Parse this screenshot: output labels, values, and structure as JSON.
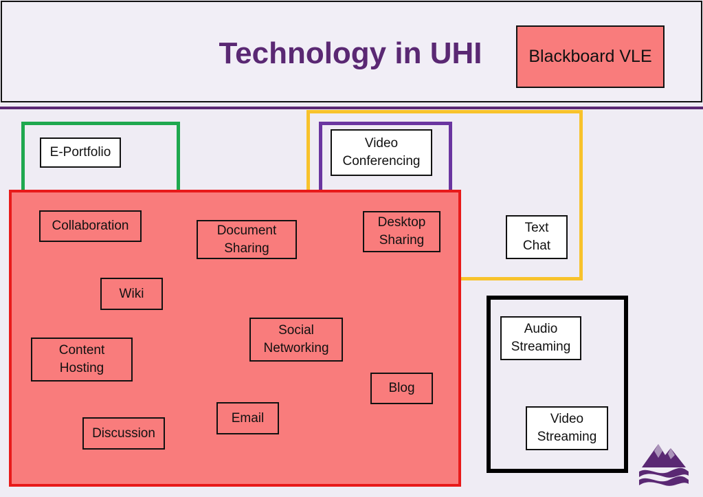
{
  "header": {
    "title": "Technology in UHI",
    "vle_label": "Blackboard VLE"
  },
  "boxes": {
    "eportfolio": "E-Portfolio",
    "video_conferencing": "Video\nConferencing",
    "text_chat": "Text\nChat",
    "collaboration": "Collaboration",
    "document_sharing": "Document\nSharing",
    "desktop_sharing": "Desktop\nSharing",
    "wiki": "Wiki",
    "social_networking": "Social\nNetworking",
    "content_hosting": "Content\nHosting",
    "blog": "Blog",
    "email": "Email",
    "discussion": "Discussion",
    "audio_streaming": "Audio\nStreaming",
    "video_streaming": "Video\nStreaming"
  },
  "colors": {
    "title": "#5a2873",
    "pink_fill": "#f97c7c",
    "red_frame": "#e81a1a",
    "green_frame": "#1fa84f",
    "yellow_frame": "#f8c22b",
    "purple_frame": "#6a35a0",
    "black_frame": "#000000",
    "background": "#efecf4"
  },
  "logo": {
    "icon": "uhi-logo-icon"
  }
}
